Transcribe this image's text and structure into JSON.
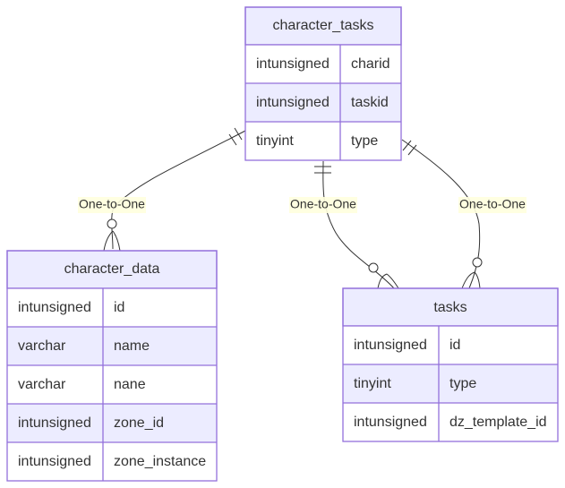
{
  "diagram": {
    "type": "er",
    "entities": [
      {
        "id": "character_tasks",
        "title": "character_tasks",
        "attributes": [
          {
            "type": "intunsigned",
            "name": "charid"
          },
          {
            "type": "intunsigned",
            "name": "taskid"
          },
          {
            "type": "tinyint",
            "name": "type"
          }
        ]
      },
      {
        "id": "character_data",
        "title": "character_data",
        "attributes": [
          {
            "type": "intunsigned",
            "name": "id"
          },
          {
            "type": "varchar",
            "name": "name"
          },
          {
            "type": "varchar",
            "name": "nane"
          },
          {
            "type": "intunsigned",
            "name": "zone_id"
          },
          {
            "type": "intunsigned",
            "name": "zone_instance"
          }
        ]
      },
      {
        "id": "tasks",
        "title": "tasks",
        "attributes": [
          {
            "type": "intunsigned",
            "name": "id"
          },
          {
            "type": "tinyint",
            "name": "type"
          },
          {
            "type": "intunsigned",
            "name": "dz_template_id"
          }
        ]
      }
    ],
    "relationships": [
      {
        "from": "character_tasks",
        "to": "character_data",
        "label": "One-to-One",
        "from_cardinality": "exactly-one",
        "to_cardinality": "zero-or-more"
      },
      {
        "from": "character_tasks",
        "to": "tasks",
        "label": "One-to-One",
        "from_cardinality": "exactly-one",
        "to_cardinality": "zero-or-more"
      },
      {
        "from": "character_tasks",
        "to": "tasks",
        "label": "One-to-One",
        "from_cardinality": "exactly-one",
        "to_cardinality": "zero-or-more"
      }
    ]
  }
}
